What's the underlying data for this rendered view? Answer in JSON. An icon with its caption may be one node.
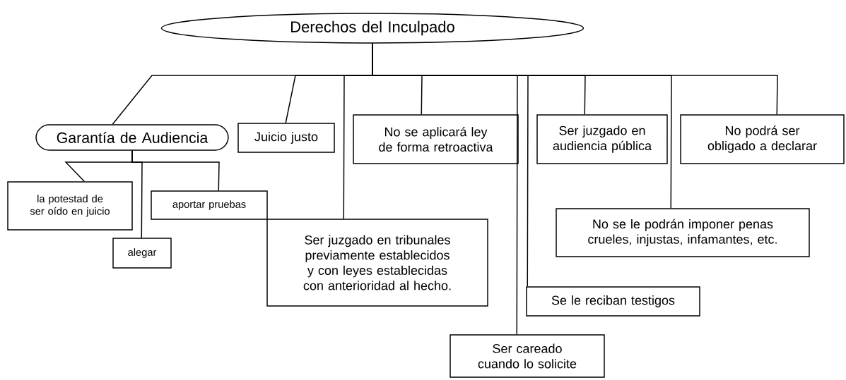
{
  "diagram": {
    "nodes": [
      {
        "text": [
          "Derechos  del  Inculpado"
        ]
      },
      {
        "text": [
          "Garantía de Audiencia"
        ]
      },
      {
        "text": [
          "Juicio justo"
        ]
      },
      {
        "text": [
          "No se aplicará ley de forma retroactiva"
        ]
      },
      {
        "text": [
          "Ser juzgado en audiencia pública"
        ]
      },
      {
        "text": [
          "No podrá ser obligado a declarar"
        ]
      },
      {
        "text": [
          "la potestad de ser oído en juicio"
        ]
      },
      {
        "text": [
          "aportar pruebas"
        ]
      },
      {
        "text": [
          "alegar"
        ]
      },
      {
        "text": [
          "Ser juzgado en tribunales previamente establecidos y con leyes establecidas con anterioridad al hecho."
        ]
      },
      {
        "text": [
          "No se le podrán imponer penas crueles, injustas, infamantes, etc."
        ]
      },
      {
        "text": [
          "Se le reciban testigos"
        ]
      },
      {
        "text": [
          "Ser careado cuando lo solicite"
        ]
      }
    ],
    "edges": [
      {
        "from": 0,
        "to": 1,
        "arrow": "none"
      },
      {
        "from": 0,
        "to": 2,
        "arrow": "none"
      },
      {
        "from": 0,
        "to": 9,
        "arrow": "none"
      },
      {
        "from": 0,
        "to": 3,
        "arrow": "none"
      },
      {
        "from": 0,
        "to": 12,
        "arrow": "none"
      },
      {
        "from": 0,
        "to": 11,
        "arrow": "none"
      },
      {
        "from": 0,
        "to": 4,
        "arrow": "none"
      },
      {
        "from": 0,
        "to": 10,
        "arrow": "none"
      },
      {
        "from": 0,
        "to": 5,
        "arrow": "none"
      },
      {
        "from": 1,
        "to": 6,
        "arrow": "none"
      },
      {
        "from": 1,
        "to": 8,
        "arrow": "none"
      },
      {
        "from": 1,
        "to": 7,
        "arrow": "none"
      }
    ]
  }
}
